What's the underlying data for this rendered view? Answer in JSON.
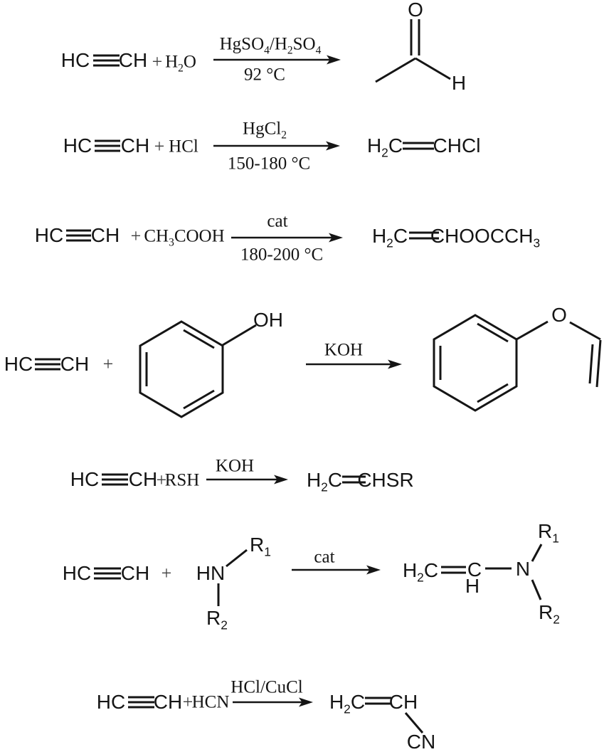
{
  "colors": {
    "ink": "#151515",
    "background": "#ffffff",
    "plus_sign": "#3f3f3f"
  },
  "reactions": [
    {
      "acetylene": {
        "left": "HC",
        "right": "CH"
      },
      "plus": "+",
      "coreactant": "H2O",
      "conditions": {
        "above": "HgSO4/H2SO4",
        "below": "92 °C"
      },
      "product": {
        "o": "O",
        "h": "H"
      }
    },
    {
      "acetylene": {
        "left": "HC",
        "right": "CH"
      },
      "plus": "+",
      "coreactant": "HCl",
      "conditions": {
        "above": "HgCl2",
        "below": "150-180 °C"
      },
      "product": {
        "left": "H2C",
        "right": "CHCl"
      }
    },
    {
      "acetylene": {
        "left": "HC",
        "right": "CH"
      },
      "plus": "+",
      "coreactant": "CH3COOH",
      "conditions": {
        "above": "cat",
        "below": "180-200 °C"
      },
      "product": {
        "left": "H2C",
        "right": "CHOOCCH3"
      }
    },
    {
      "acetylene": {
        "left": "HC",
        "right": "CH"
      },
      "plus": "+",
      "reagent_structure": {
        "oh": "OH"
      },
      "conditions": {
        "above": "KOH"
      },
      "product": {
        "o": "O"
      }
    },
    {
      "acetylene": {
        "left": "HC",
        "right": "CH"
      },
      "plus": "+",
      "coreactant": "RSH",
      "conditions": {
        "above": "KOH"
      },
      "product": {
        "left": "H2C",
        "right": "CHSR"
      }
    },
    {
      "acetylene": {
        "left": "HC",
        "right": "CH"
      },
      "plus": "+",
      "reagent_structure": {
        "hn": "HN",
        "r1": "R1",
        "r2": "R2"
      },
      "conditions": {
        "above": "cat"
      },
      "product": {
        "h2c": "H2C",
        "c": "C",
        "h": "H",
        "n": "N",
        "r1": "R1",
        "r2": "R2"
      }
    },
    {
      "acetylene": {
        "left": "HC",
        "right": "CH"
      },
      "plus": "+",
      "coreactant": "HCN",
      "conditions": {
        "above": "HCl/CuCl"
      },
      "product": {
        "left": "H2C",
        "right": "CH",
        "cn": "CN"
      }
    }
  ]
}
